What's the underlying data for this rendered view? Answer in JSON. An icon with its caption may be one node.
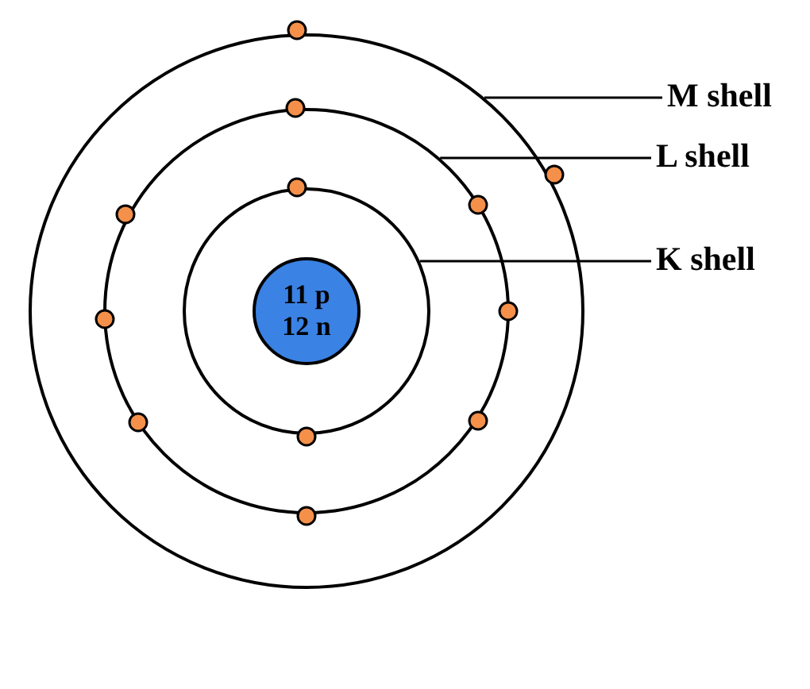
{
  "diagram": {
    "nodes": [
      {
        "text": [
          "M shell"
        ]
      },
      {
        "text": [
          "L shell"
        ]
      },
      {
        "text": [
          "K shell"
        ]
      },
      {
        "text": [],
        "shape": "circle"
      },
      {
        "text": [],
        "shape": "circle",
        "in": 3
      },
      {
        "text": [],
        "shape": "circle",
        "in": 4
      },
      {
        "text": [
          "11 p 12 n"
        ],
        "in": 5
      }
    ],
    "edges": [
      {
        "from": 0,
        "to": 3,
        "arrow": "none"
      },
      {
        "from": 1,
        "to": 4,
        "arrow": "none"
      },
      {
        "from": 2,
        "to": 5,
        "arrow": "none"
      }
    ]
  }
}
